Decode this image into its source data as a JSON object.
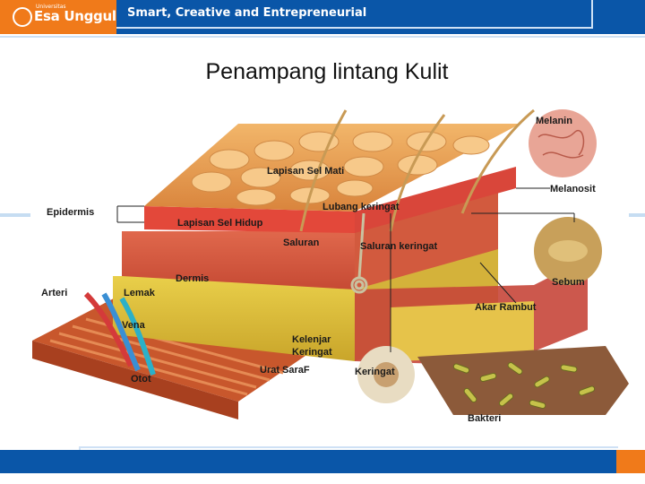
{
  "header": {
    "logo_small": "Universitas",
    "logo_text": "Esa Unggul",
    "tagline": "Smart, Creative and Entrepreneurial"
  },
  "slide": {
    "title": "Penampang lintang Kulit"
  },
  "diagram": {
    "labels": {
      "melanin": "Melanin",
      "melanosit": "Melanosit",
      "lapisan_sel_mati": "Lapisan Sel Mati",
      "epidermis": "Epidermis",
      "lubang_keringat": "Lubang keringat",
      "lapisan_sel_hidup": "Lapisan Sel Hidup",
      "saluran": "Saluran",
      "saluran_keringat": "Saluran keringat",
      "sebum": "Sebum",
      "dermis": "Dermis",
      "arteri": "Arteri",
      "lemak": "Lemak",
      "akar_rambut": "Akar Rambut",
      "vena": "Vena",
      "kelenjar_keringat_1": "Kelenjar",
      "kelenjar_keringat_2": "Keringat",
      "urat_saraf": "Urat SaraF",
      "keringat": "Keringat",
      "otot": "Otot",
      "bakteri": "Bakteri"
    }
  }
}
